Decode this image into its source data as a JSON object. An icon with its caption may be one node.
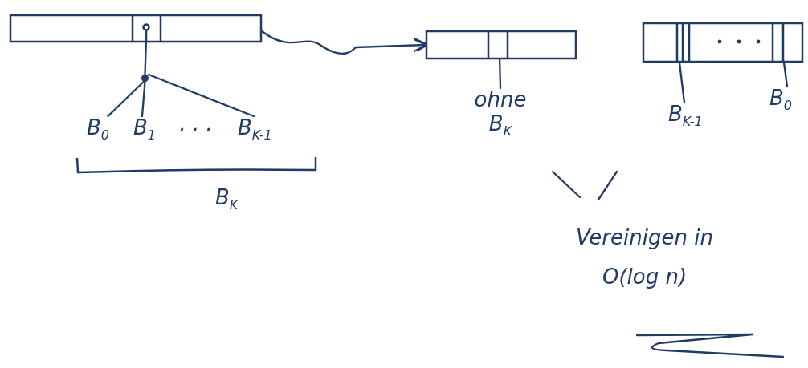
{
  "diagram": {
    "nodes": [
      {
        "text": [],
        "shape": "box"
      },
      {
        "text": [],
        "shape": "circle"
      },
      {
        "text": [],
        "shape": "box"
      },
      {
        "text": [
          "B$_{0}$"
        ]
      },
      {
        "text": [
          "B$_{1}$"
        ]
      },
      {
        "text": [
          "B$_{K-1}$"
        ]
      },
      {
        "text": [],
        "shape": "box"
      },
      {
        "text": [
          "ohne B$_{K}$"
        ]
      },
      {
        "text": [
          "B$_{K-1}$"
        ]
      },
      {
        "text": [
          "B$_{0}$"
        ]
      },
      {
        "text": [
          "Vereinigen in O(log n)"
        ]
      }
    ],
    "edges": [
      {
        "from": 0,
        "to": 1,
        "arrow": "none"
      },
      {
        "from": 1,
        "to": 3,
        "arrow": "none"
      },
      {
        "from": 1,
        "to": 4,
        "arrow": "none"
      },
      {
        "from": 1,
        "to": 5,
        "arrow": "none"
      },
      {
        "from": 0,
        "to": 2,
        "arrow": "to"
      },
      {
        "from": 7,
        "to": 2,
        "arrow": "none"
      },
      {
        "from": 8,
        "to": 6,
        "arrow": "none"
      },
      {
        "from": 9,
        "to": 6,
        "arrow": "none"
      }
    ],
    "labels": [
      "· · ·",
      "B$_{K}$"
    ]
  }
}
